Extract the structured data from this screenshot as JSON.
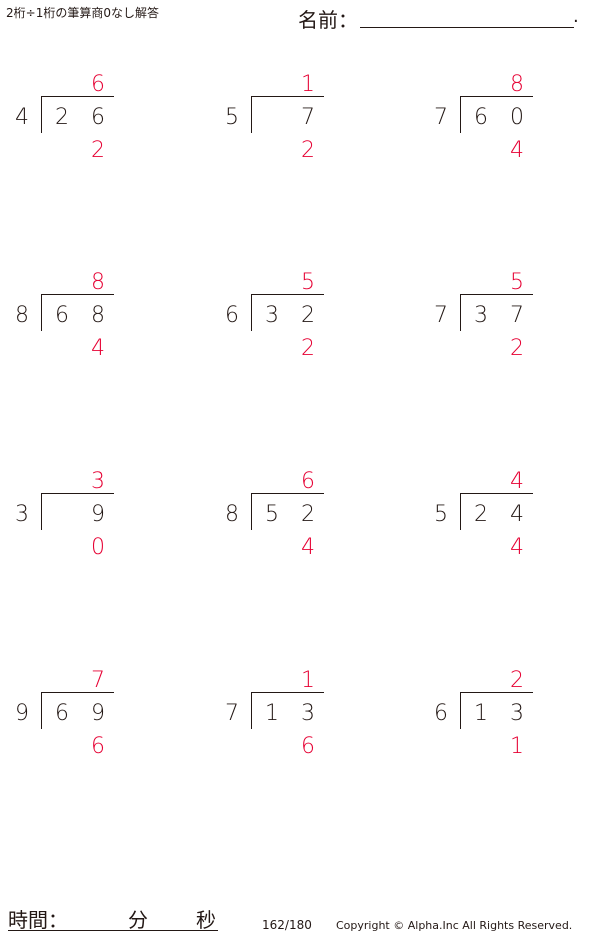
{
  "header": {
    "title": "2桁÷1桁の筆算商0なし解答",
    "name_label": "名前：",
    "name_end": "."
  },
  "problems": [
    {
      "divisor": "4",
      "dividend_tens": "2",
      "dividend_ones": "6",
      "quotient": "6",
      "remainder": "2"
    },
    {
      "divisor": "5",
      "dividend_tens": "",
      "dividend_ones": "7",
      "quotient": "1",
      "remainder": "2"
    },
    {
      "divisor": "7",
      "dividend_tens": "6",
      "dividend_ones": "0",
      "quotient": "8",
      "remainder": "4"
    },
    {
      "divisor": "8",
      "dividend_tens": "6",
      "dividend_ones": "8",
      "quotient": "8",
      "remainder": "4"
    },
    {
      "divisor": "6",
      "dividend_tens": "3",
      "dividend_ones": "2",
      "quotient": "5",
      "remainder": "2"
    },
    {
      "divisor": "7",
      "dividend_tens": "3",
      "dividend_ones": "7",
      "quotient": "5",
      "remainder": "2"
    },
    {
      "divisor": "3",
      "dividend_tens": "",
      "dividend_ones": "9",
      "quotient": "3",
      "remainder": "0"
    },
    {
      "divisor": "8",
      "dividend_tens": "5",
      "dividend_ones": "2",
      "quotient": "6",
      "remainder": "4"
    },
    {
      "divisor": "5",
      "dividend_tens": "2",
      "dividend_ones": "4",
      "quotient": "4",
      "remainder": "4"
    },
    {
      "divisor": "9",
      "dividend_tens": "6",
      "dividend_ones": "9",
      "quotient": "7",
      "remainder": "6"
    },
    {
      "divisor": "7",
      "dividend_tens": "1",
      "dividend_ones": "3",
      "quotient": "1",
      "remainder": "6"
    },
    {
      "divisor": "6",
      "dividend_tens": "1",
      "dividend_ones": "3",
      "quotient": "2",
      "remainder": "1"
    }
  ],
  "footer": {
    "time_label": "時間：",
    "minutes_label": "分",
    "seconds_label": "秒",
    "page": "162/180",
    "copyright": "Copyright © Alpha.Inc All Rights Reserved."
  },
  "colors": {
    "answer": "#e60033",
    "text": "#231815"
  }
}
